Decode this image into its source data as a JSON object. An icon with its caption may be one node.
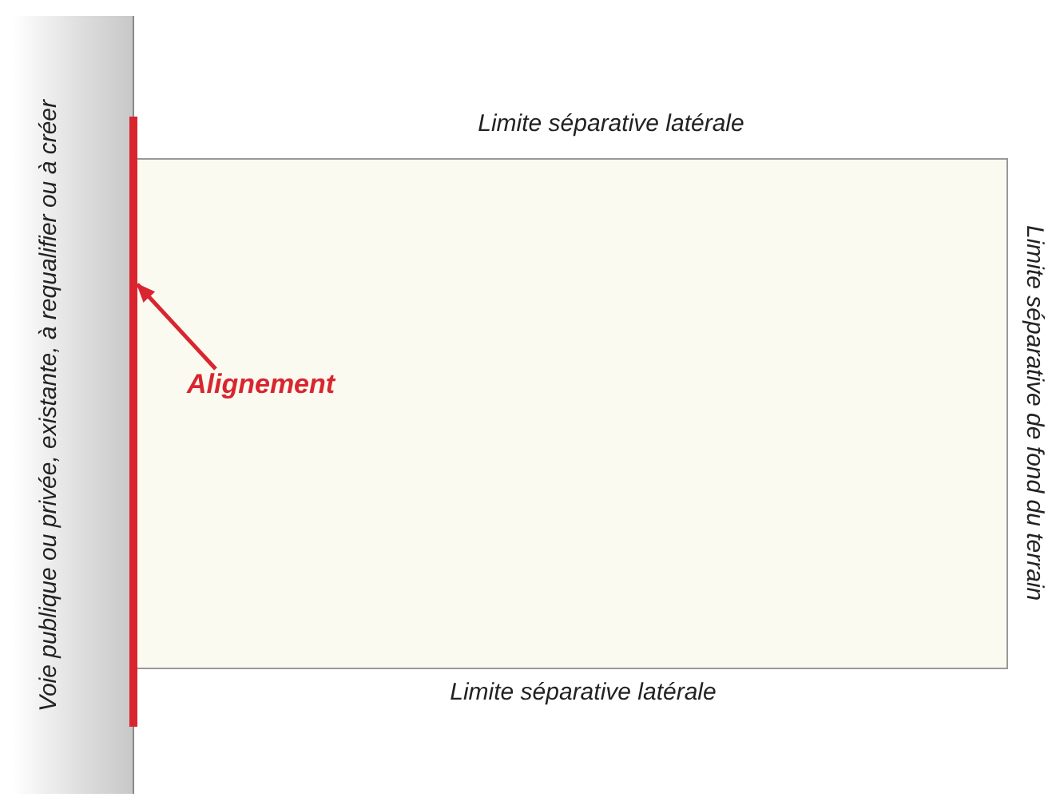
{
  "diagram": {
    "nodes": [
      {
        "text": [
          "Voie publique ou privée, existante, à requalifier ou à créer"
        ]
      },
      {
        "text": [
          "Limite séparative latérale",
          "Limite séparative de fond du terrain",
          "Limite séparative latérale"
        ]
      },
      {
        "text": [],
        "shape": "bar"
      },
      {
        "text": [
          "Alignement"
        ],
        "in": 1
      }
    ],
    "edges": [
      {
        "from": 3,
        "to": 2,
        "arrow": "to",
        "color": "#d9252f"
      }
    ]
  }
}
